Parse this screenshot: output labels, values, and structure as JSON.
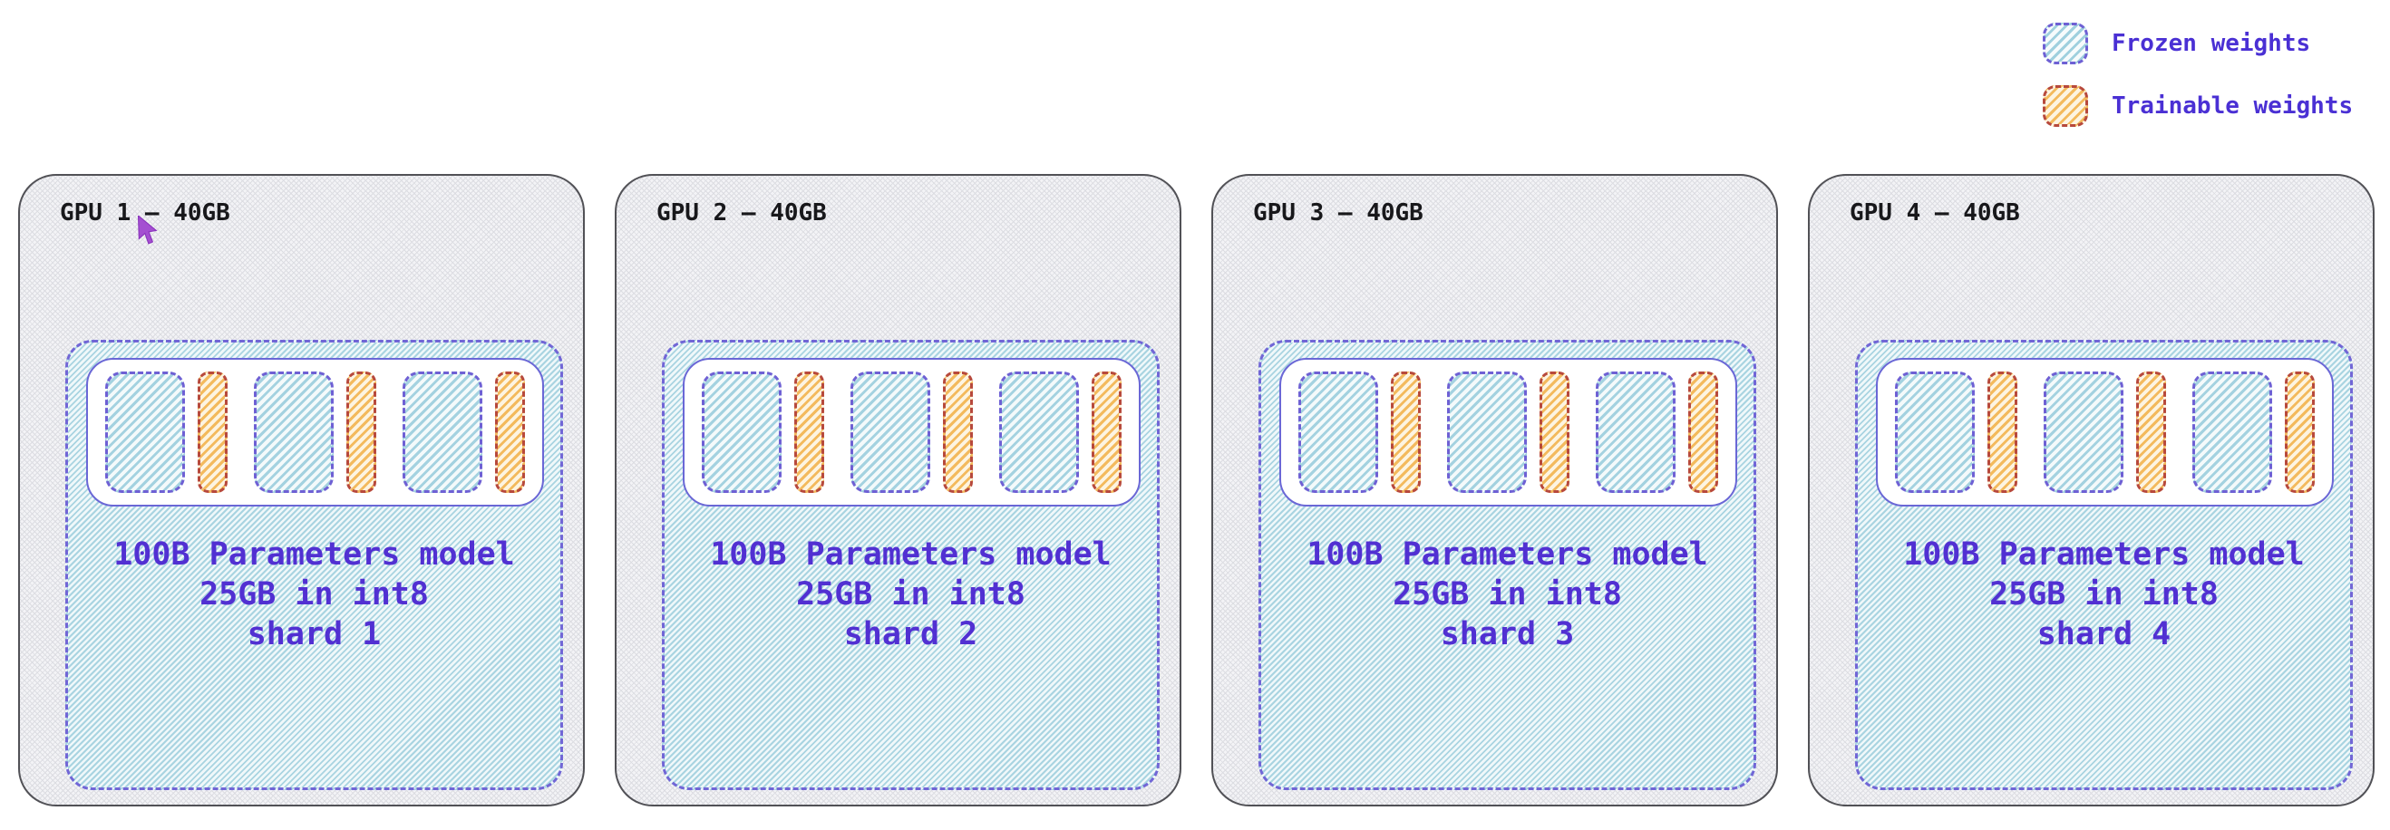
{
  "legend": {
    "items": [
      {
        "id": "frozen",
        "label": "Frozen weights"
      },
      {
        "id": "trainable",
        "label": "Trainable weights"
      }
    ]
  },
  "gpus": [
    {
      "title": "GPU 1 – 40GB",
      "lines": [
        "100B Parameters model",
        "25GB in int8",
        "shard 1"
      ]
    },
    {
      "title": "GPU 2 – 40GB",
      "lines": [
        "100B Parameters model",
        "25GB in int8",
        "shard 2"
      ]
    },
    {
      "title": "GPU 3 – 40GB",
      "lines": [
        "100B Parameters model",
        "25GB in int8",
        "shard 3"
      ]
    },
    {
      "title": "GPU 4 – 40GB",
      "lines": [
        "100B Parameters model",
        "25GB in int8",
        "shard 4"
      ]
    }
  ],
  "weights_strip": {
    "pairs_per_gpu": 3,
    "pattern": "frozen block followed by trainable block"
  },
  "colors": {
    "frozen_stripe": "#a4d2e0",
    "frozen_background": "#f4fafb",
    "frozen_border": "#6e60d4",
    "trainable_stripe": "#f3ba5d",
    "trainable_background": "#fdf4e1",
    "trainable_border": "#b7493c",
    "model_label_text": "#5130d2",
    "legend_label_text": "#4a30d4",
    "gpu_title_text": "#18181b",
    "cursor": "#a44fd1"
  }
}
